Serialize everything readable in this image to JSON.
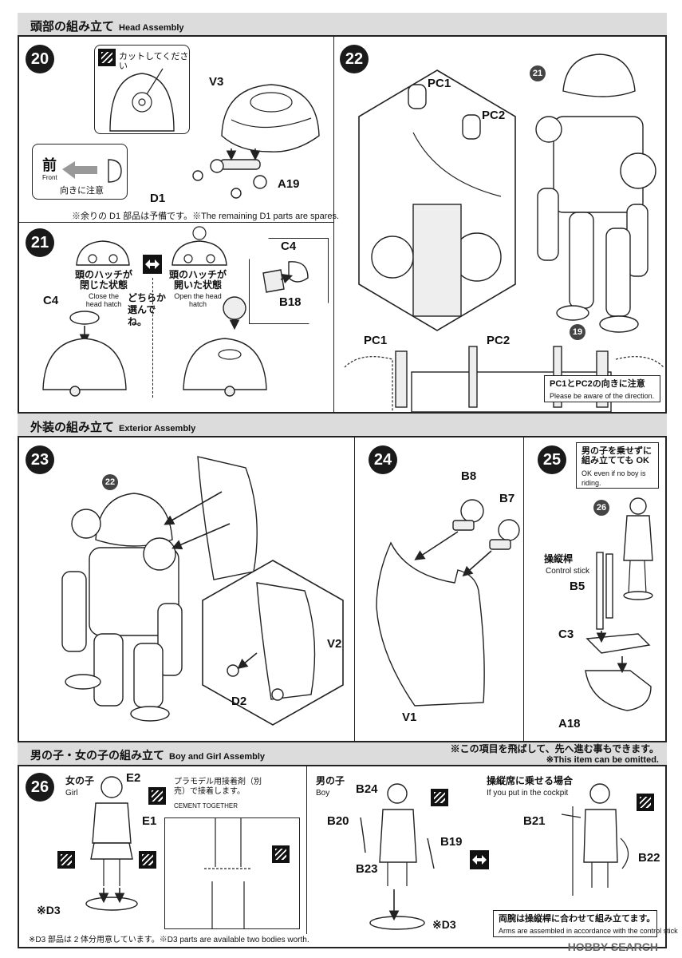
{
  "sections": {
    "head": {
      "title_jp": "頭部の組み立て",
      "title_en": "Head Assembly"
    },
    "exterior": {
      "title_jp": "外装の組み立て",
      "title_en": "Exterior Assembly"
    },
    "boygirl": {
      "title_jp": "男の子・女の子の組み立て",
      "title_en": "Boy and Girl Assembly",
      "omit_jp": "※この項目を飛ばして、先へ進む事もできます。",
      "omit_en": "※This item can be omitted."
    }
  },
  "steps": {
    "s20": {
      "num": "20",
      "cut_label": "カットしてください",
      "front_jp": "前",
      "front_en": "Front",
      "direction": "向きに注意",
      "parts": {
        "v3": "V3",
        "a19": "A19",
        "d1": "D1"
      },
      "spare_note": "※余りの D1 部品は予備です。※The remaining D1 parts are spares."
    },
    "s21": {
      "num": "21",
      "closed_jp": "頭のハッチが閉じた状態",
      "closed_en": "Close the head hatch",
      "open_jp": "頭のハッチが開いた状態",
      "open_en": "Open the head hatch",
      "choose": "どちらか選んでね。",
      "parts": {
        "c4a": "C4",
        "c4b": "C4",
        "b18": "B18"
      }
    },
    "s22": {
      "num": "22",
      "ref_21": "21",
      "ref_19": "19",
      "parts": {
        "pc1": "PC1",
        "pc2": "PC2",
        "pc1b": "PC1",
        "pc2b": "PC2"
      },
      "direction_jp": "PC1とPC2の向きに注意",
      "direction_en": "Please be aware of the direction."
    },
    "s23": {
      "num": "23",
      "ref_22": "22",
      "parts": {
        "v2": "V2",
        "d2": "D2"
      }
    },
    "s24": {
      "num": "24",
      "parts": {
        "b8": "B8",
        "b7": "B7",
        "v1": "V1"
      }
    },
    "s25": {
      "num": "25",
      "ok_jp": "男の子を乗せずに組み立てても OK",
      "ok_en": "OK even if no boy is riding.",
      "ref_26": "26",
      "stick_jp": "操縦桿",
      "stick_en": "Control stick",
      "parts": {
        "b5": "B5",
        "c3": "C3",
        "a18": "A18"
      }
    },
    "s26": {
      "num": "26",
      "girl_jp": "女の子",
      "girl_en": "Girl",
      "cement_jp": "プラモデル用接着剤（別売）で接着します。",
      "cement_en": "CEMENT TOGETHER",
      "boy_jp": "男の子",
      "boy_en": "Boy",
      "cockpit_jp": "操縦席に乗せる場合",
      "cockpit_en": "If you put in the cockpit",
      "arms_jp": "両腕は操縦桿に合わせて組み立てます。",
      "arms_en": "Arms are assembled in accordance with the control stick",
      "d3_note": "※D3 部品は 2 体分用意しています。※D3 parts are available two bodies worth.",
      "parts": {
        "e2": "E2",
        "e1": "E1",
        "d3a": "※D3",
        "b24": "B24",
        "b20": "B20",
        "b19": "B19",
        "b23": "B23",
        "d3b": "※D3",
        "b21": "B21",
        "b22": "B22"
      }
    }
  },
  "watermark": "HOBBY SEARCH"
}
